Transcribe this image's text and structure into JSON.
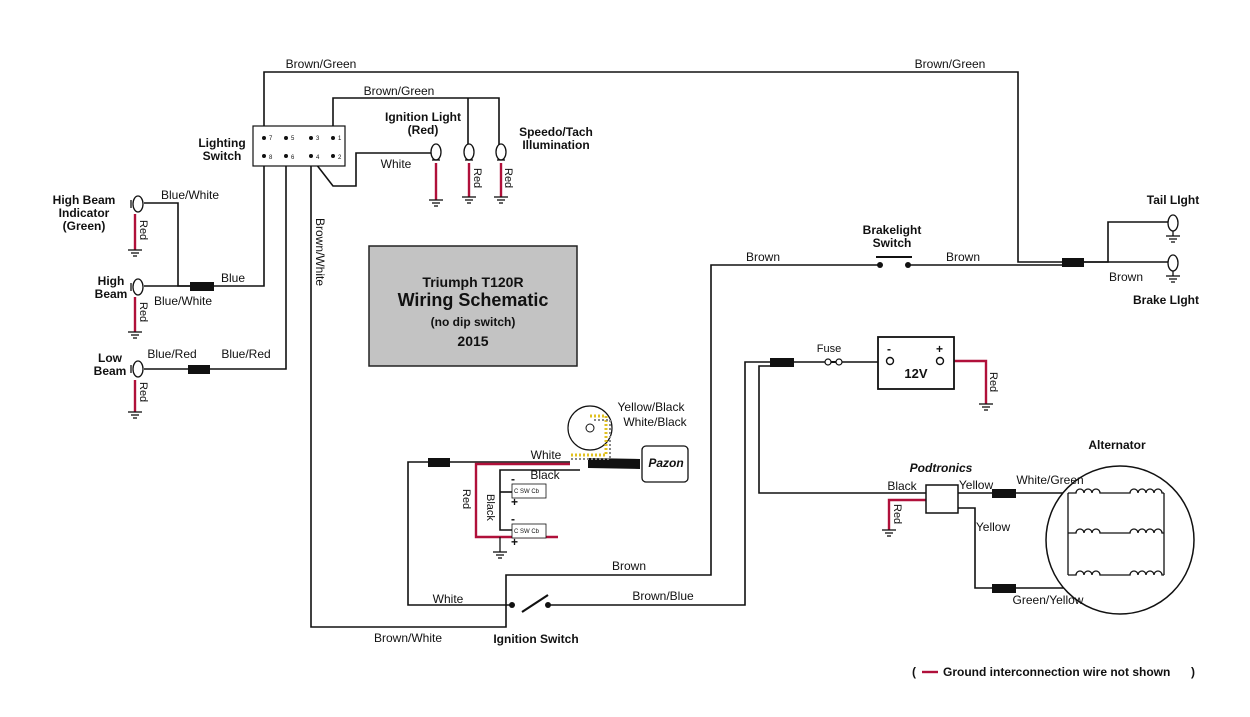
{
  "title": {
    "line1": "Triumph T120R",
    "line2": "Wiring Schematic",
    "line3": "(no dip switch)",
    "line4": "2015"
  },
  "components": {
    "lighting_switch": [
      "Lighting",
      "Switch"
    ],
    "ignition_light": [
      "Ignition Light",
      "(Red)"
    ],
    "speedo_tach": [
      "Speedo/Tach",
      "Illumination"
    ],
    "high_beam_indicator": [
      "High Beam",
      "Indicator",
      "(Green)"
    ],
    "high_beam": [
      "High",
      "Beam"
    ],
    "low_beam": [
      "Low",
      "Beam"
    ],
    "brakelight_switch": [
      "Brakelight",
      "Switch"
    ],
    "tail_light": "Tail LIght",
    "brake_light": "Brake LIght",
    "fuse": "Fuse",
    "battery": "12V",
    "battery_minus": "-",
    "battery_plus": "+",
    "podtronics": "Podtronics",
    "alternator": "Alternator",
    "pazon": "Pazon",
    "ignition_switch": "Ignition Switch",
    "coil_pos": "+",
    "coil_neg": "-",
    "coil_text": "C SW Cb"
  },
  "switch_pins": [
    "7",
    "5",
    "3",
    "1",
    "8",
    "6",
    "4",
    "2"
  ],
  "wire_labels": {
    "top_left": "Brown/Green",
    "top_right": "Brown/Green",
    "inner_top": "Brown/Green",
    "white_ign": "White",
    "blue_white_1": "Blue/White",
    "blue": "Blue",
    "blue_white_2": "Blue/White",
    "blue_red_1": "Blue/Red",
    "blue_red_2": "Blue/Red",
    "brown_white_vert": "Brown/White",
    "brown_brake_left": "Brown",
    "brown_brake_right": "Brown",
    "brown_brake_light": "Brown",
    "red_ign": "Red",
    "red_speedo": "Red",
    "red_hbi": "Red",
    "red_hb": "Red",
    "red_lb": "Red",
    "red_batt": "Red",
    "yellow_black": "Yellow/Black",
    "white_black": "White/Black",
    "white_pazon": "White",
    "black_coil": "Black",
    "red_coil": "Red",
    "black_coil2": "Black",
    "black_pod": "Black",
    "red_pod": "Red",
    "yellow_pod": "Yellow",
    "yellow_pod2": "Yellow",
    "white_green": "White/Green",
    "green_yellow": "Green/Yellow",
    "brown_ign": "Brown",
    "white_ign_sw": "White",
    "brown_blue": "Brown/Blue",
    "brown_white_bottom": "Brown/White"
  },
  "legend": {
    "open": "(",
    "text": "Ground interconnection wire not shown",
    "close": ")"
  },
  "colors": {
    "wire": "#111111",
    "ground_wire": "#b0103a",
    "title_box": "#c3c3c3",
    "sensor_dots": "#e0c020"
  }
}
